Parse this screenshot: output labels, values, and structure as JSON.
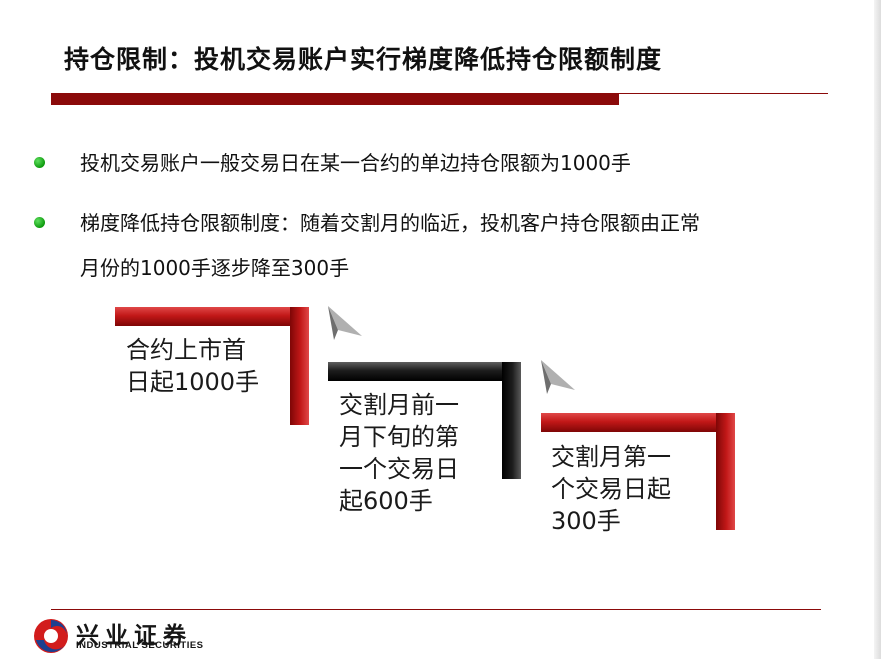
{
  "slide": {
    "title": "持仓限制：投机交易账户实行梯度降低持仓限额制度",
    "bullets": [
      {
        "line1": "投机交易账户一般交易日在某一合约的单边持仓限额为1000手"
      },
      {
        "line1": "梯度降低持仓限额制度：随着交割月的临近，投机客户持仓限额由正常",
        "line2": "月份的1000手逐步降至300手"
      }
    ],
    "steps": [
      {
        "lines": [
          "合约上市首",
          "日起1000手"
        ],
        "color": "#c21818"
      },
      {
        "lines": [
          "交割月前一",
          "月下旬的第",
          "一个交易日",
          "起600手"
        ],
        "color": "#000000"
      },
      {
        "lines": [
          "交割月第一",
          "个交易日起",
          "300手"
        ],
        "color": "#c21818"
      }
    ],
    "accent_color": "#8b0a0a",
    "bullet_color": "#16a816"
  },
  "footer": {
    "logo_cn": "兴业证券",
    "logo_en": "INDUSTRIAL SECURITIES",
    "logo_icon": "industrial-securities-logo-icon"
  }
}
